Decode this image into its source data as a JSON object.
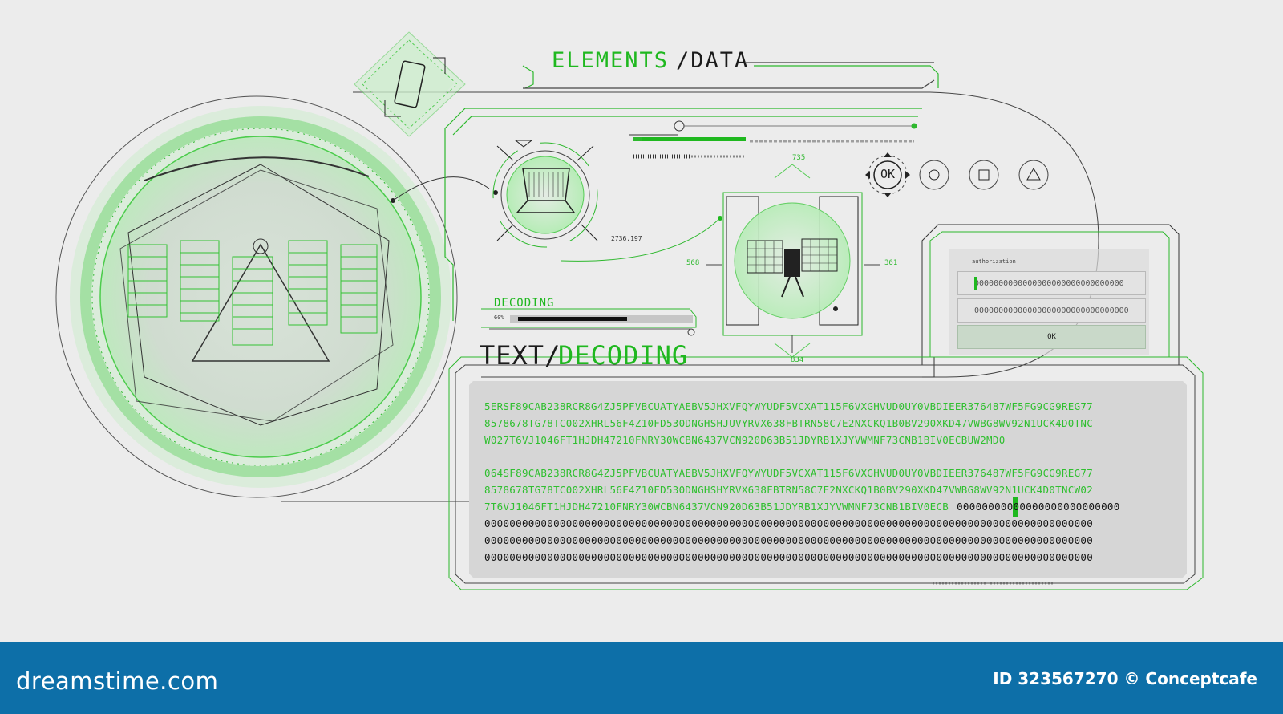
{
  "titles": {
    "elements": "ELEMENTS",
    "data": "/DATA",
    "text": "TEXT/",
    "decoding": "DECODING"
  },
  "decoding_label": "DECODING",
  "decoding_percent_label": "60%",
  "decoding_progress": 0.6,
  "coord_readout": "2736,197",
  "axis_labels": {
    "top": "735",
    "left": "568",
    "right": "361",
    "bottom": "834"
  },
  "control_buttons": [
    {
      "label": "OK",
      "icon": "ok-circle-icon"
    },
    {
      "icon": "circle-icon"
    },
    {
      "icon": "square-icon"
    },
    {
      "icon": "triangle-icon"
    }
  ],
  "auth": {
    "label": "authorization",
    "field1_value": "0000000000000000000000000000000",
    "field2_value": "00000000000000000000000000000000",
    "ok_label": "OK"
  },
  "code_lines": [
    "5ERSF89CAB238RCR8G4ZJ5PFVBCUATYAEBV5JHXVFQYWYUDF5VCXAT115F6VXGHVUD0UY0VBDIEER376487WF5FG9CG9REG77",
    "8578678TG78TC002XHRL56F4Z10FD530DNGHSHJUVYRVX638FBTRN58C7E2NXCKQ1B0BV290XKD47VWBG8WV92N1UCK4D0TNC",
    "W027T6VJ1046FT1HJDH47210FNRY30WCBN6437VCN920D63B51JDYRB1XJYVWMNF73CNB1BIV0ECBUW2MD0",
    "064SF89CAB238RCR8G4ZJ5PFVBCUATYAEBV5JHXVFQYWYUDF5VCXAT115F6VXGHVUD0UY0VBDIEER376487WF5FG9CG9REG77",
    "8578678TG78TC002XHRL56F4Z10FD530DNGHSHYRVX638FBTRN58C7E2NXCKQ1B0BV290XKD47VWBG8WV92N1UCK4D0TNCW02",
    "7T6VJ1046FT1HJDH47210FNRY30WCBN6437VCN920D63B51JDYRB1XJYVWMNF73CNB1BIV0ECB",
    "0000000000000000000000000000000000000000000000000000000000000000000000000000000000000000000000000",
    "0000000000000000000000000000000000000000000000000000000000000000000000000000000000000000000000000",
    "0000000000000000000000000000000000000000000000000000000000000000000000000000000000000000000000000"
  ],
  "code_line6_zeros": "00000000000000000000000000",
  "footer": {
    "brand": "dreamstime.com",
    "id_text": "ID 323567270 © Conceptcafe"
  },
  "colors": {
    "accent": "#1fb81f",
    "dark": "#1b1b1b",
    "background": "#ececec",
    "footer": "#0d6fa8"
  }
}
